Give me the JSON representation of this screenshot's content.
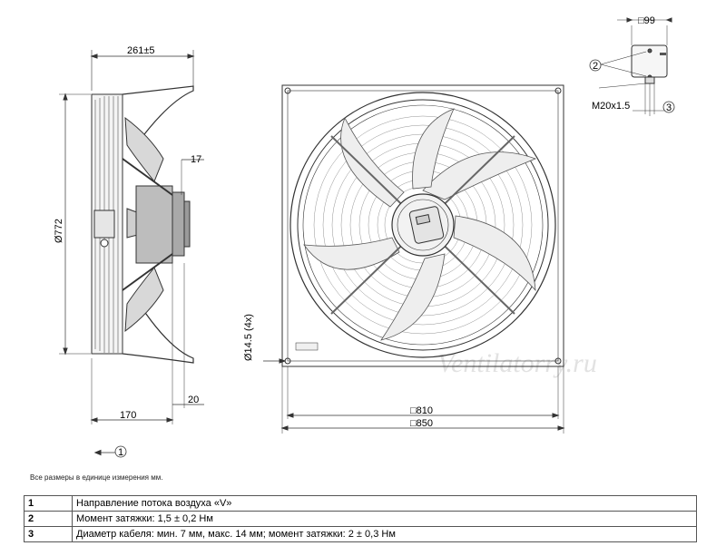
{
  "dimensions": {
    "depth": "261±5",
    "diameter": "Ø772",
    "hub_offset": "17",
    "mount_depth": "170",
    "flange": "20",
    "hole": "Ø14.5 (4x)",
    "inner_square": "□810",
    "outer_square": "□850",
    "box_width": "□99",
    "gland": "M20x1.5"
  },
  "callouts": {
    "airflow": "1",
    "torque": "2",
    "cable": "3"
  },
  "watermark": "Ventilatorry.ru",
  "note": "Все размеры в единице измерения мм.",
  "legend": [
    {
      "num": "1",
      "text": "Направление потока воздуха «V»"
    },
    {
      "num": "2",
      "text": "Момент затяжки: 1,5 ± 0,2 Нм"
    },
    {
      "num": "3",
      "text": "Диаметр кабеля: мин. 7 мм, макс. 14 мм; момент затяжки: 2 ± 0,3 Нм"
    }
  ]
}
